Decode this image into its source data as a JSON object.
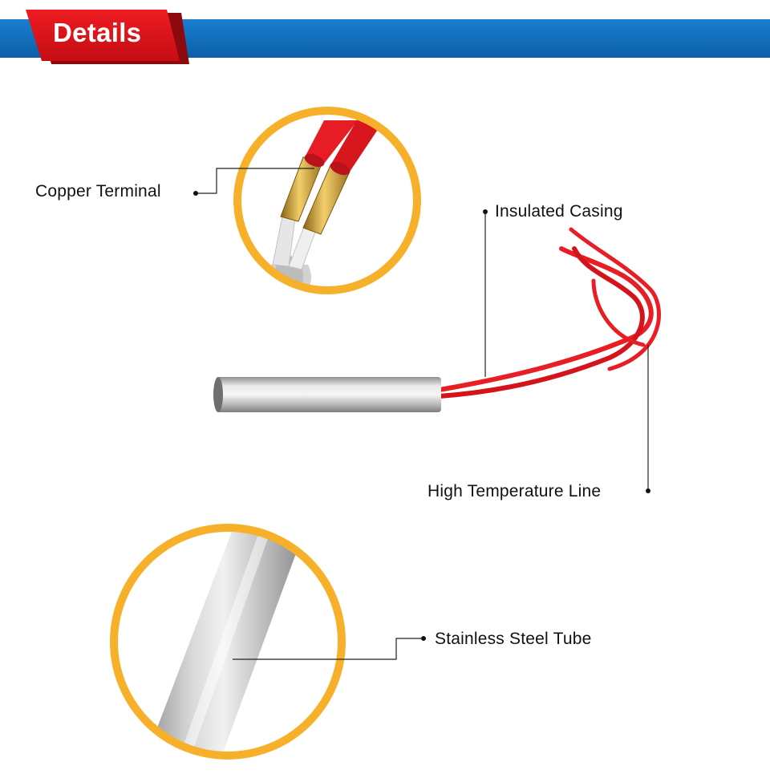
{
  "header": {
    "title": "Details",
    "bar_color": "#0f6fbf",
    "tab_color": "#d9141b"
  },
  "callouts": {
    "copper_terminal": "Copper Terminal",
    "insulated_casing": "Insulated Casing",
    "high_temperature_line": "High Temperature Line",
    "stainless_steel_tube": "Stainless Steel Tube"
  },
  "colors": {
    "ring": "#f7b02a",
    "wire": "#e81e25",
    "steel": "#c9c9c9",
    "brass": "#d4a437"
  }
}
